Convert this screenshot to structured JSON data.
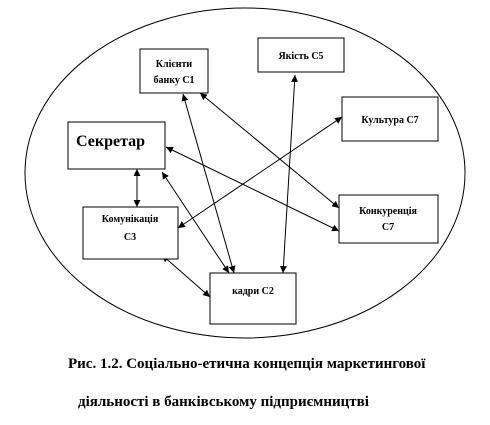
{
  "diagram": {
    "nodes": {
      "secretary": {
        "label": "Секретар"
      },
      "clients": {
        "line1": "Клієнти",
        "line2": "банку С1"
      },
      "quality": {
        "label": "Якість С5"
      },
      "culture": {
        "label": "Культура С7"
      },
      "communication": {
        "line1": "Комунікація",
        "line2": "С3"
      },
      "competition": {
        "line1": "Конкуренція",
        "line2": "С7"
      },
      "staff": {
        "label": "кадри С2"
      }
    },
    "edges": [
      {
        "from": "secretary",
        "to": "communication",
        "type": "bidirectional"
      },
      {
        "from": "secretary",
        "to": "staff",
        "type": "bidirectional"
      },
      {
        "from": "secretary",
        "to": "competition",
        "type": "bidirectional"
      },
      {
        "from": "clients",
        "to": "staff",
        "type": "bidirectional"
      },
      {
        "from": "clients",
        "to": "competition",
        "type": "bidirectional"
      },
      {
        "from": "quality",
        "to": "staff",
        "type": "bidirectional"
      },
      {
        "from": "culture",
        "to": "communication",
        "type": "bidirectional"
      },
      {
        "from": "communication",
        "to": "staff",
        "type": "bidirectional"
      }
    ]
  },
  "caption": {
    "line1": "Рис. 1.2. Соціально-етична концепція маркетингової",
    "line2": "діяльності в банківському підприємництві"
  }
}
